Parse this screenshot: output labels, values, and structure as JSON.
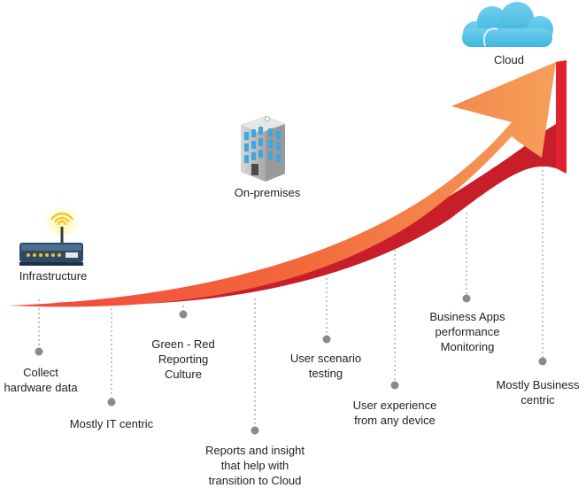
{
  "stages": {
    "infrastructure": "Infrastructure",
    "on_premises": "On-premises",
    "cloud": "Cloud"
  },
  "milestones": [
    "Collect\nhardware data",
    "Mostly IT centric",
    "Green - Red\nReporting\nCulture",
    "Reports and insight\nthat help with\ntransition to Cloud",
    "User scenario\ntesting",
    "User experience\nfrom any device",
    "Business Apps\nperformance\nMonitoring",
    "Mostly Business\ncentric"
  ],
  "colors": {
    "arrow_start": "#f2453b",
    "arrow_mid": "#f36a3c",
    "arrow_end": "#f59a55",
    "arrow_side": "#c81e2a",
    "cloud": "#5bc5e8",
    "dots": "#8a8a8a"
  },
  "icons": {
    "infrastructure": "router-icon",
    "on_premises": "office-building-icon",
    "cloud": "cloud-icon"
  }
}
